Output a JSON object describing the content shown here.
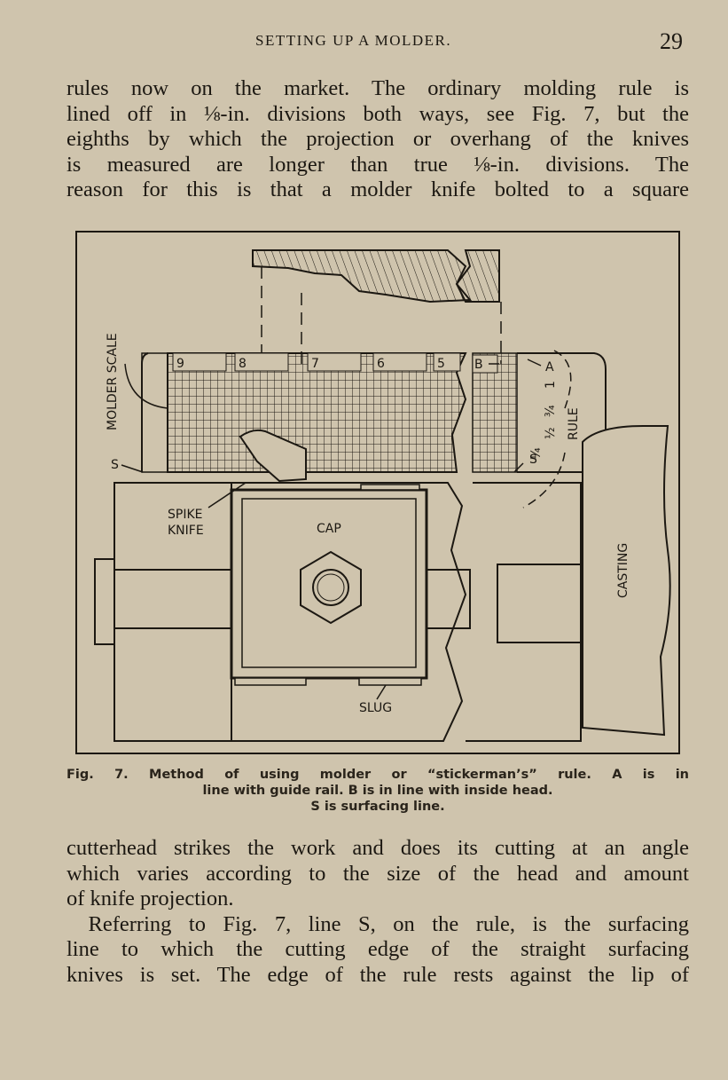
{
  "header": {
    "title": "SETTING UP A MOLDER.",
    "page_number": "29"
  },
  "para_top": {
    "lines": [
      "rules now on the market. The ordinary molding rule is",
      "lined off in ⅛-in. divisions both ways, see Fig. 7, but the",
      "eighths by which the projection or overhang of the knives",
      "is measured are longer than true ⅛-in. divisions. The",
      "reason for this is that a molder knife bolted to a square"
    ]
  },
  "figure": {
    "labels": {
      "molder_scale": "MOLDER SCALE",
      "rule": "RULE",
      "casting": "CASTING",
      "cap": "CAP",
      "slug": "SLUG",
      "spike": "SPIKE",
      "knife": "KNIFE",
      "s_left": "S",
      "s_right": "S",
      "a": "A",
      "b": "B",
      "scale_numbers": [
        "9",
        "8",
        "7",
        "6",
        "5"
      ],
      "side_marks": [
        "1",
        "¾",
        "½",
        "¼"
      ]
    }
  },
  "caption": {
    "line1": "Fig. 7. Method of using molder or “stickerman’s” rule. A is in",
    "line2": "line with guide rail. B is in line with inside head.",
    "line3": "S is surfacing line."
  },
  "para_bottom": {
    "lines": [
      "cutterhead strikes the work and does its cutting at an angle",
      "which varies according to the size of the head and amount",
      "of knife projection.",
      " Referring to Fig. 7, line S, on the rule, is the surfacing",
      "line to which the cutting edge of the straight surfacing",
      "knives is set. The edge of the rule rests against the lip of"
    ]
  }
}
